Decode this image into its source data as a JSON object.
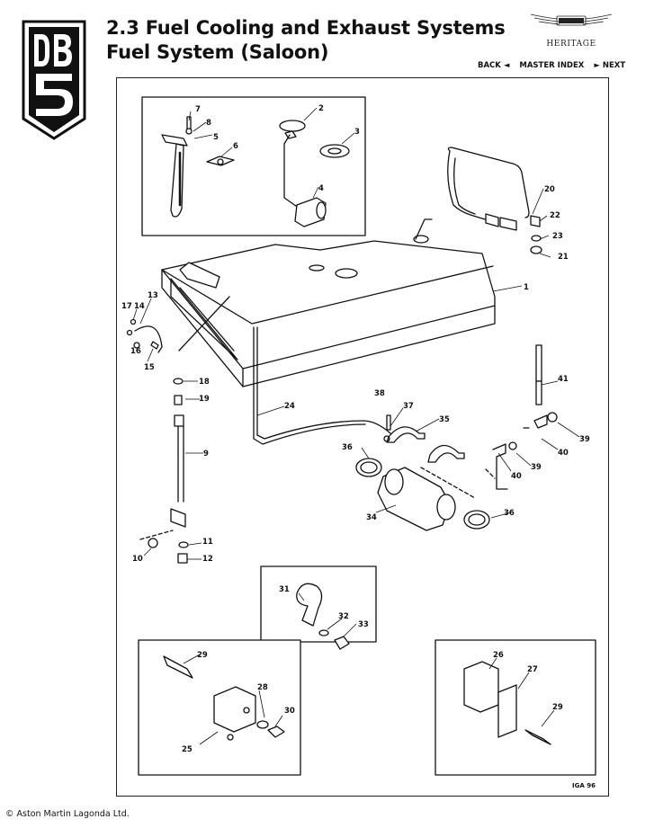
{
  "header": {
    "title_line1": "2.3 Fuel Cooling and Exhaust Systems",
    "title_line2": "Fuel System (Saloon)",
    "brand_logo": "Aston Martin wings logo",
    "brand_label": "HERITAGE",
    "badge": "DB5"
  },
  "nav": {
    "back": "BACK ◄",
    "master_index": "MASTER INDEX",
    "next": "► NEXT"
  },
  "drawing": {
    "reference": "IGA 96",
    "callouts": {
      "c1": "1",
      "c2": "2",
      "c3": "3",
      "c4": "4",
      "c5": "5",
      "c6": "6",
      "c7": "7",
      "c8": "8",
      "c9": "9",
      "c10": "10",
      "c11": "11",
      "c12": "12",
      "c13": "13",
      "c14": "14",
      "c15": "15",
      "c16": "16",
      "c17": "17",
      "c18": "18",
      "c19": "19",
      "c20": "20",
      "c21": "21",
      "c22": "22",
      "c23": "23",
      "c24": "24",
      "c25": "25",
      "c26": "26",
      "c27": "27",
      "c28": "28",
      "c29a": "29",
      "c29b": "29",
      "c30": "30",
      "c31": "31",
      "c32": "32",
      "c33": "33",
      "c34": "34",
      "c35": "35",
      "c36a": "36",
      "c36b": "36",
      "c37": "37",
      "c38": "38",
      "c39a": "39",
      "c39b": "39",
      "c40a": "40",
      "c40b": "40",
      "c41": "41"
    }
  },
  "footer": {
    "copyright": "© Aston Martin Lagonda Ltd."
  }
}
